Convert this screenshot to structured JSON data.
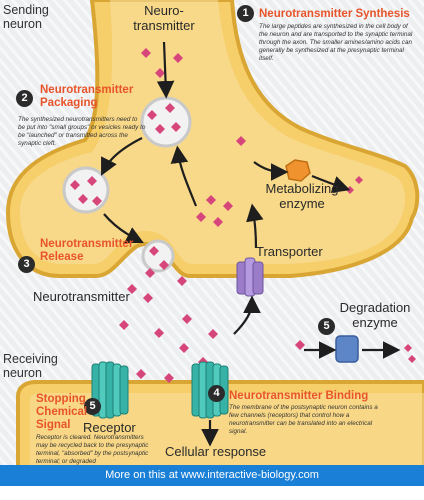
{
  "side_labels": {
    "sending": "Sending\nneuron",
    "receiving": "Receiving\nneuron"
  },
  "labels": {
    "neurotransmitter_top": "Neuro-\ntransmitter",
    "metabolizing_enzyme": "Metabolizing\nenzyme",
    "transporter": "Transporter",
    "neurotransmitter_mid": "Neurotransmitter",
    "degradation_enzyme": "Degradation\nenzyme",
    "receptor": "Receptor",
    "cellular_response": "Cellular response"
  },
  "steps": [
    {
      "number": "1",
      "title": "Neurotransmitter Synthesis",
      "body": "The large peptides are synthesized in the cell body of the neuron and are transported to the synaptic terminal through the axon. The smaller amines/amino acids can generally be synthesized at the presynaptic terminal itself."
    },
    {
      "number": "2",
      "title": "Neurotransmitter\nPackaging",
      "body": "The synthesized neurotransmitters need to be put into \"small groups\" or vesicles ready to be \"launched\" or transmitted across the synaptic cleft."
    },
    {
      "number": "3",
      "title": "Neurotransmitter\nRelease",
      "body": ""
    },
    {
      "number": "4",
      "title": "Neurotransmitter Binding",
      "body": "The membrane of the postsynaptic neuron contains a few channels (receptors) that control how a neurotransmitter can be translated into an electrical signal."
    },
    {
      "number": "5",
      "title": "",
      "body": ""
    },
    {
      "number": "5",
      "title": "Stopping\nChemical\nSignal",
      "body": "Receptor is cleared. Neurotransmitters may be recycled back to the presynaptic terminal, \"absorbed\" by the postsynaptic terminal; or degraded"
    }
  ],
  "footer": "More on this at www.interactive-biology.com",
  "colors": {
    "neuron_fill": "#f6ce6a",
    "neuron_outline": "#d9a633",
    "neuron_inner": "#f9e2a4",
    "molecule": "#d6467a",
    "accent": "#e8542a",
    "receptor": "#36b3a6",
    "transporter": "#9b7cc8",
    "degradation_enzyme": "#5d86c9",
    "metabolizing_enzyme": "#f0922e",
    "footer": "#1a7fd6"
  }
}
